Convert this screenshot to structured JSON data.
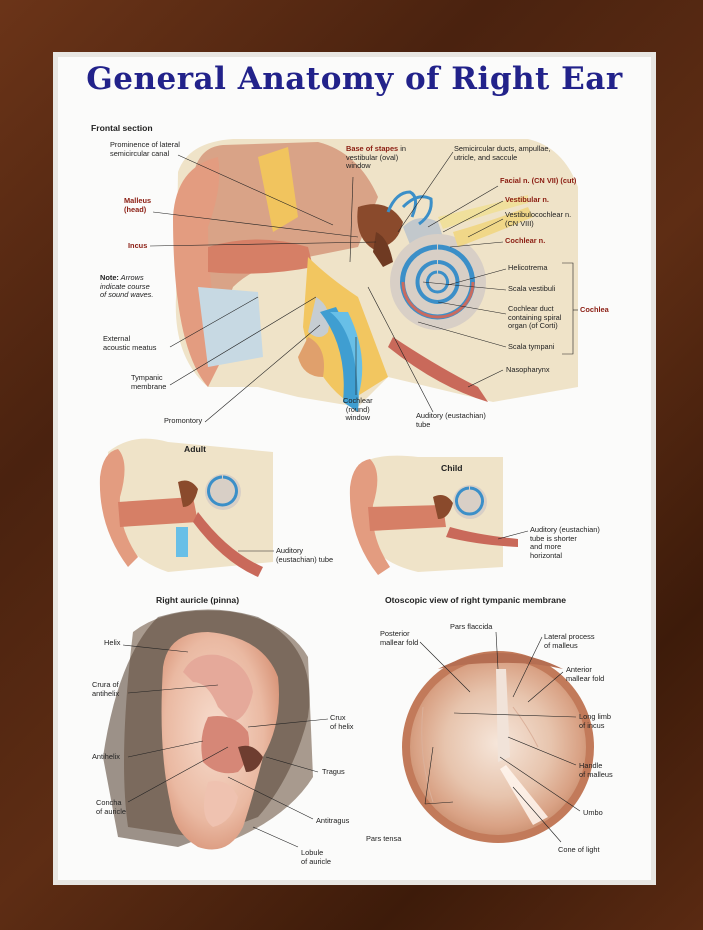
{
  "title": "General Anatomy of Right Ear",
  "frontal": {
    "heading": "Frontal section",
    "prominence": "Prominence of lateral\nsemicircular canal",
    "malleus": "Malleus\n(head)",
    "incus": "Incus",
    "note_bold": "Note:",
    "note_rest": " Arrows\nindicate course\nof sound waves.",
    "external": "External\nacoustic meatus",
    "tympanic": "Tympanic\nmembrane",
    "promontory": "Promontory",
    "stapes_bold": "Base of stapes",
    "stapes_rest": " in\nvestibular (oval)\nwindow",
    "semicircular": "Semicircular ducts, ampullae,\nutricle, and saccule",
    "facial": "Facial n. (CN VII) (cut)",
    "vestibular_n": "Vestibular n.",
    "vestibulocochlear": "Vestibulocochlear n.\n(CN VIII)",
    "cochlear_n": "Cochlear n.",
    "helicotrema": "Helicotrema",
    "scala_vestibuli": "Scala vestibuli",
    "cochlear_duct": "Cochlear duct\ncontaining spiral\norgan (of Corti)",
    "scala_tympani": "Scala tympani",
    "cochlea": "Cochlea",
    "nasopharynx": "Nasopharynx",
    "cochlear_window": "Cochlear\n(round)\nwindow",
    "auditory_tube": "Auditory (eustachian)\ntube"
  },
  "adult": {
    "heading": "Adult",
    "label": "Auditory\n(eustachian) tube"
  },
  "child": {
    "heading": "Child",
    "label": "Auditory (eustachian)\ntube is shorter\nand more\nhorizontal"
  },
  "auricle": {
    "heading": "Right auricle (pinna)",
    "helix": "Helix",
    "crura": "Crura of\nantihelix",
    "antihelix": "Antihelix",
    "concha": "Concha\nof auricle",
    "crux": "Crux\nof helix",
    "tragus": "Tragus",
    "antitragus": "Antitragus",
    "lobule": "Lobule\nof auricle"
  },
  "otoscopic": {
    "heading": "Otoscopic view of right tympanic membrane",
    "posterior": "Posterior\nmallear fold",
    "flaccida": "Pars flaccida",
    "lateral": "Lateral process\nof malleus",
    "anterior": "Anterior\nmallear fold",
    "long_limb": "Long limb\nof incus",
    "handle": "Handle\nof malleus",
    "umbo": "Umbo",
    "cone": "Cone of light",
    "tensa": "Pars tensa"
  },
  "colors": {
    "title": "#22228a",
    "red_label": "#8b1d12",
    "frame": "#5a2a12"
  }
}
